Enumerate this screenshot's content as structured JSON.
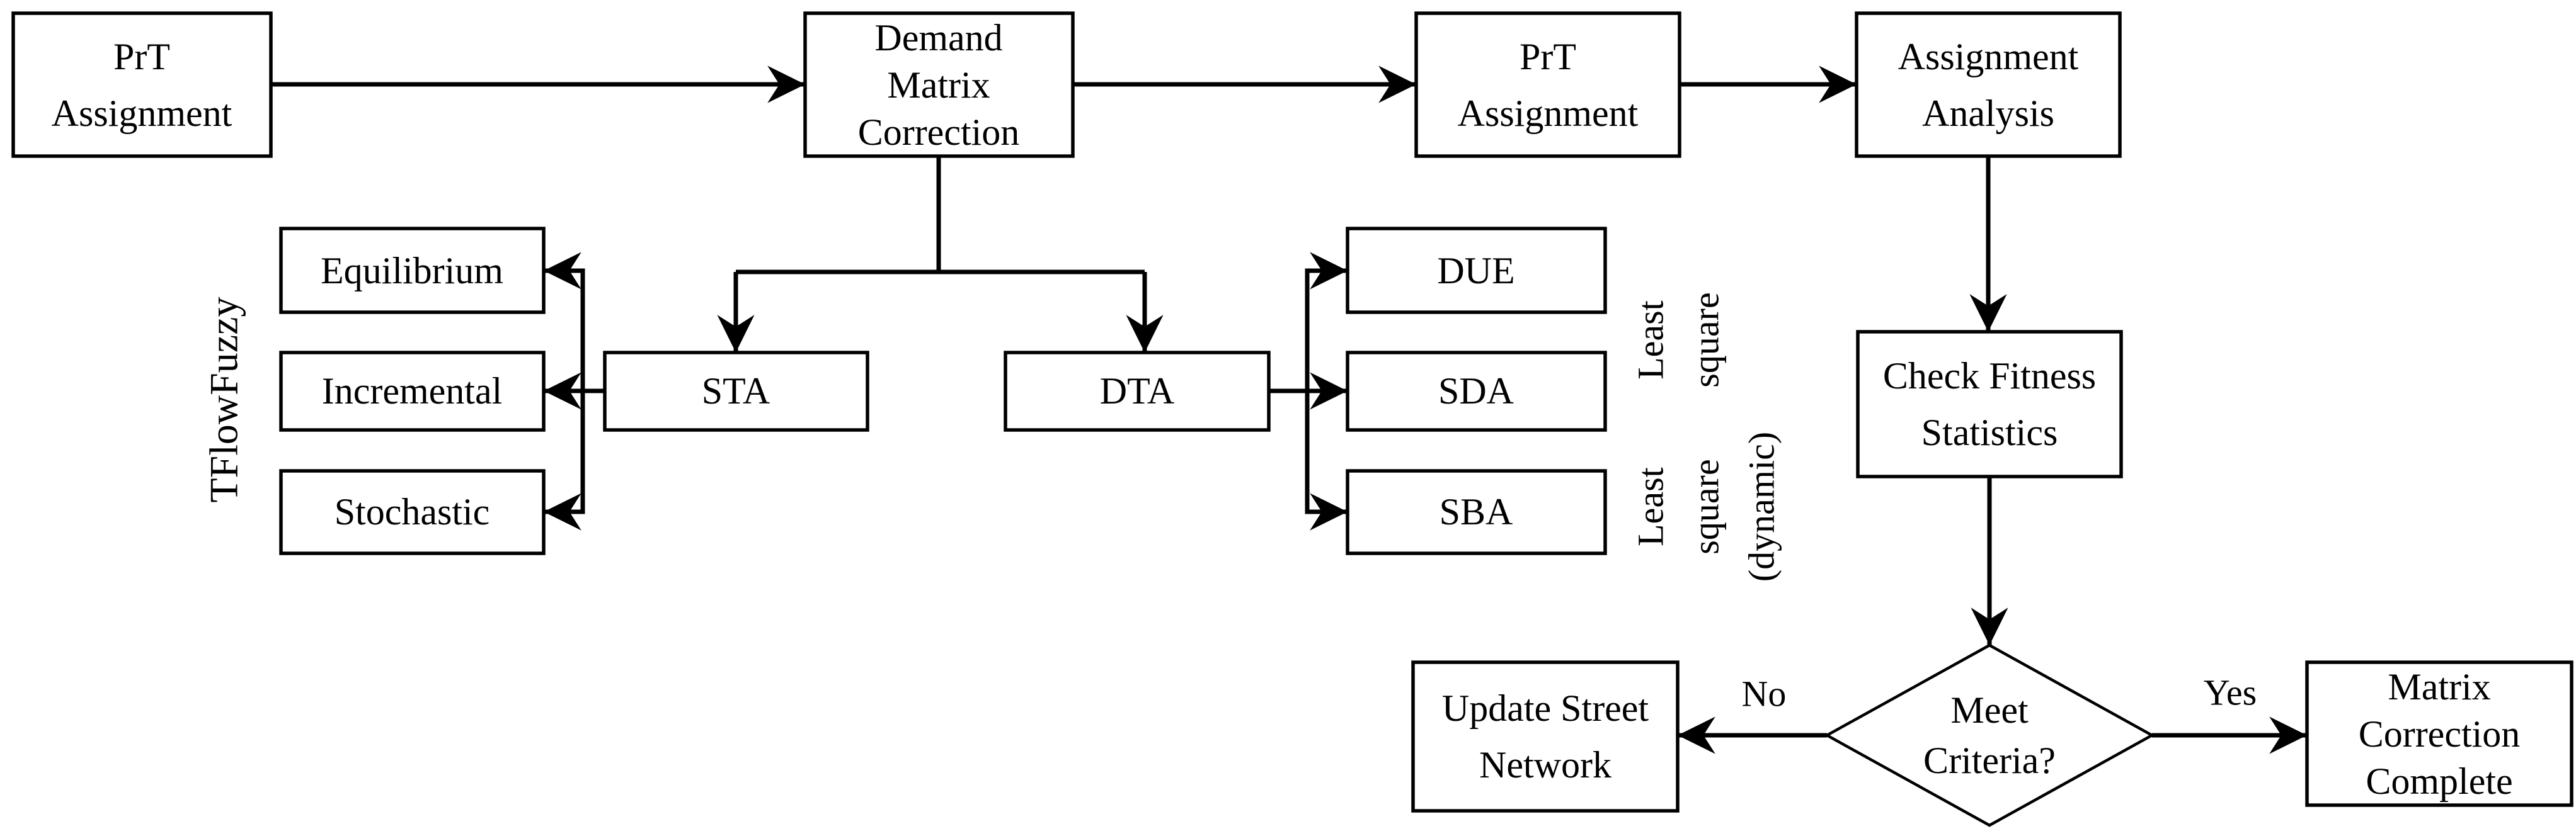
{
  "diagram": {
    "colors": {
      "ink": "#000000",
      "paper": "#ffffff"
    },
    "nodes": {
      "prt_assignment_1": {
        "lines": [
          "PrT",
          "Assignment"
        ]
      },
      "demand_matrix_correction": {
        "lines": [
          "Demand",
          "Matrix",
          "Correction"
        ]
      },
      "prt_assignment_2": {
        "lines": [
          "PrT",
          "Assignment"
        ]
      },
      "assignment_analysis": {
        "lines": [
          "Assignment",
          "Analysis"
        ]
      },
      "equilibrium": {
        "lines": [
          "Equilibrium"
        ]
      },
      "incremental": {
        "lines": [
          "Incremental"
        ]
      },
      "stochastic": {
        "lines": [
          "Stochastic"
        ]
      },
      "sta": {
        "lines": [
          "STA"
        ]
      },
      "dta": {
        "lines": [
          "DTA"
        ]
      },
      "due": {
        "lines": [
          "DUE"
        ]
      },
      "sda": {
        "lines": [
          "SDA"
        ]
      },
      "sba": {
        "lines": [
          "SBA"
        ]
      },
      "check_fitness_statistics": {
        "lines": [
          "Check Fitness",
          "Statistics"
        ]
      },
      "meet_criteria": {
        "lines": [
          "Meet",
          "Criteria?"
        ]
      },
      "update_street_network": {
        "lines": [
          "Update Street",
          "Network"
        ]
      },
      "matrix_correction_complete": {
        "lines": [
          "Matrix",
          "Correction",
          "Complete"
        ]
      }
    },
    "edge_labels": {
      "yes": "Yes",
      "no": "No"
    },
    "side_labels": {
      "tflowfuzzy": "TFlowFuzzy",
      "least_square": {
        "lines": [
          "Least",
          "square"
        ]
      },
      "least_square_dynamic": {
        "lines": [
          "Least",
          "square",
          "(dynamic)"
        ]
      }
    }
  }
}
